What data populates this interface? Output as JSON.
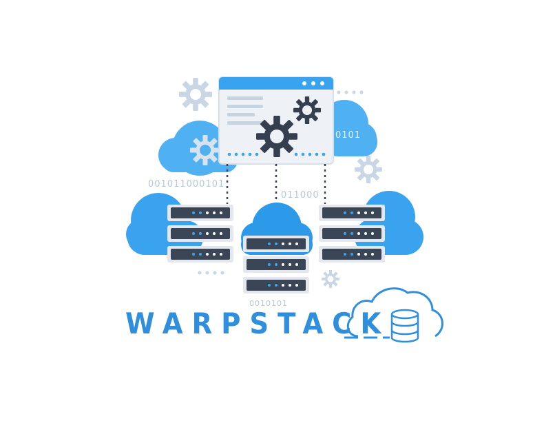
{
  "brand": {
    "name": "WARPSTACK"
  },
  "binary_labels": {
    "left": "001011000101",
    "center": "011000",
    "right": "0101",
    "bottom": "0010101"
  },
  "colors": {
    "cloud": "#3aa3ef",
    "cloud_light": "#5cb6f5",
    "server_body": "#e4e8ee",
    "server_slot": "#3a4556",
    "gear_dark": "#353f4f",
    "gear_light": "#c4d3e3",
    "window_bar": "#3aa3ef",
    "brand": "#2f8fdc"
  },
  "icons": [
    "gear-icon",
    "server-rack-icon",
    "cloud-icon",
    "browser-window-icon",
    "database-icon"
  ]
}
